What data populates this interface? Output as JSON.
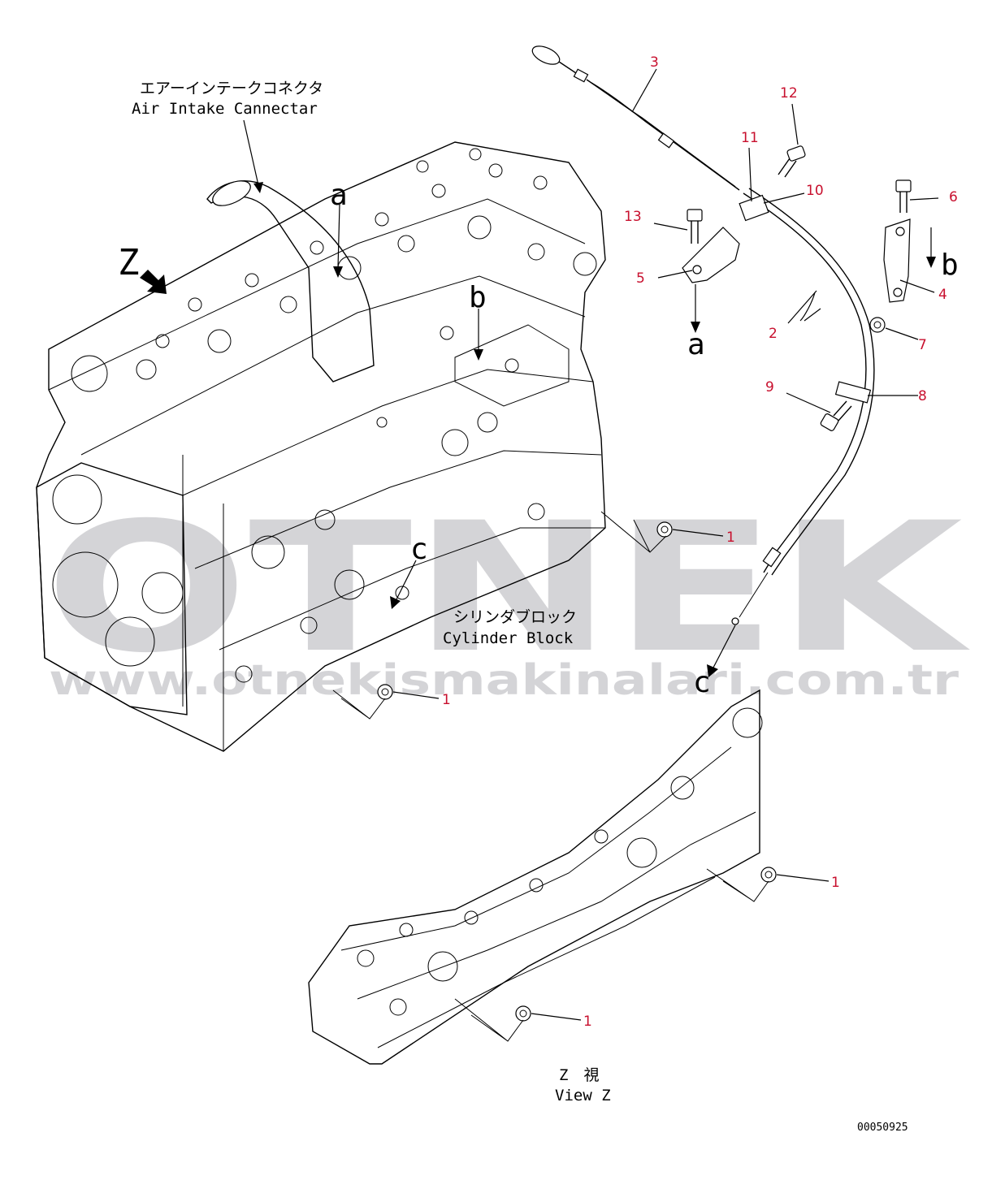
{
  "labels": {
    "air_intake_jp": "エアーインテークコネクタ",
    "air_intake_en": "Air Intake Cannectar",
    "cylinder_jp": "シリンダブロック",
    "cylinder_en": "Cylinder Block",
    "view_jp": "Z　視",
    "view_en": "View Z",
    "drawing_no": "00050925"
  },
  "view_letters": {
    "z": "Z",
    "a": "a",
    "b": "b",
    "c": "c"
  },
  "watermark": {
    "brand": "OTNEK",
    "url": "www.otnekismakinalari.com.tr"
  },
  "callouts": [
    "1",
    "2",
    "3",
    "4",
    "5",
    "6",
    "7",
    "8",
    "9",
    "10",
    "11",
    "12",
    "13"
  ],
  "colors": {
    "callout": "#c8102e",
    "line": "#000000",
    "watermark": "#b9b9bd"
  }
}
